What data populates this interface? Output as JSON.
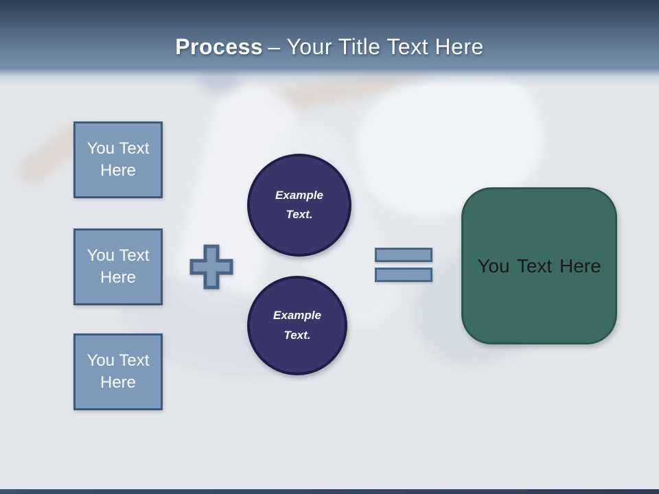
{
  "header": {
    "title_bold": "Process",
    "title_rest": "– Your Title Text Here"
  },
  "left_boxes": [
    {
      "label": "You Text Here"
    },
    {
      "label": "You Text Here"
    },
    {
      "label": "You Text Here"
    }
  ],
  "operators": {
    "plus_icon": "plus-icon",
    "equals_icon": "equals-icon"
  },
  "circles": [
    {
      "label": "Example Text."
    },
    {
      "label": "Example Text."
    }
  ],
  "result_box": {
    "label": "You Text Here"
  },
  "colors": {
    "header_top": "#2c3c53",
    "header_bottom": "#7690ae",
    "slide_background": "#e3e6ea",
    "box_fill": "#7d9aba",
    "box_border": "#3e5878",
    "operator_fill": "#7d9aba",
    "operator_border": "#4a6584",
    "circle_fill": "#3a366a",
    "circle_border": "#211d47",
    "result_fill": "#3c6b63",
    "result_border": "#2e544e",
    "title_text": "#ffffff",
    "box_text": "#ffffff",
    "circle_text": "#ffffff",
    "result_text": "#1a1a1a",
    "footer_bar": "#33445a"
  }
}
